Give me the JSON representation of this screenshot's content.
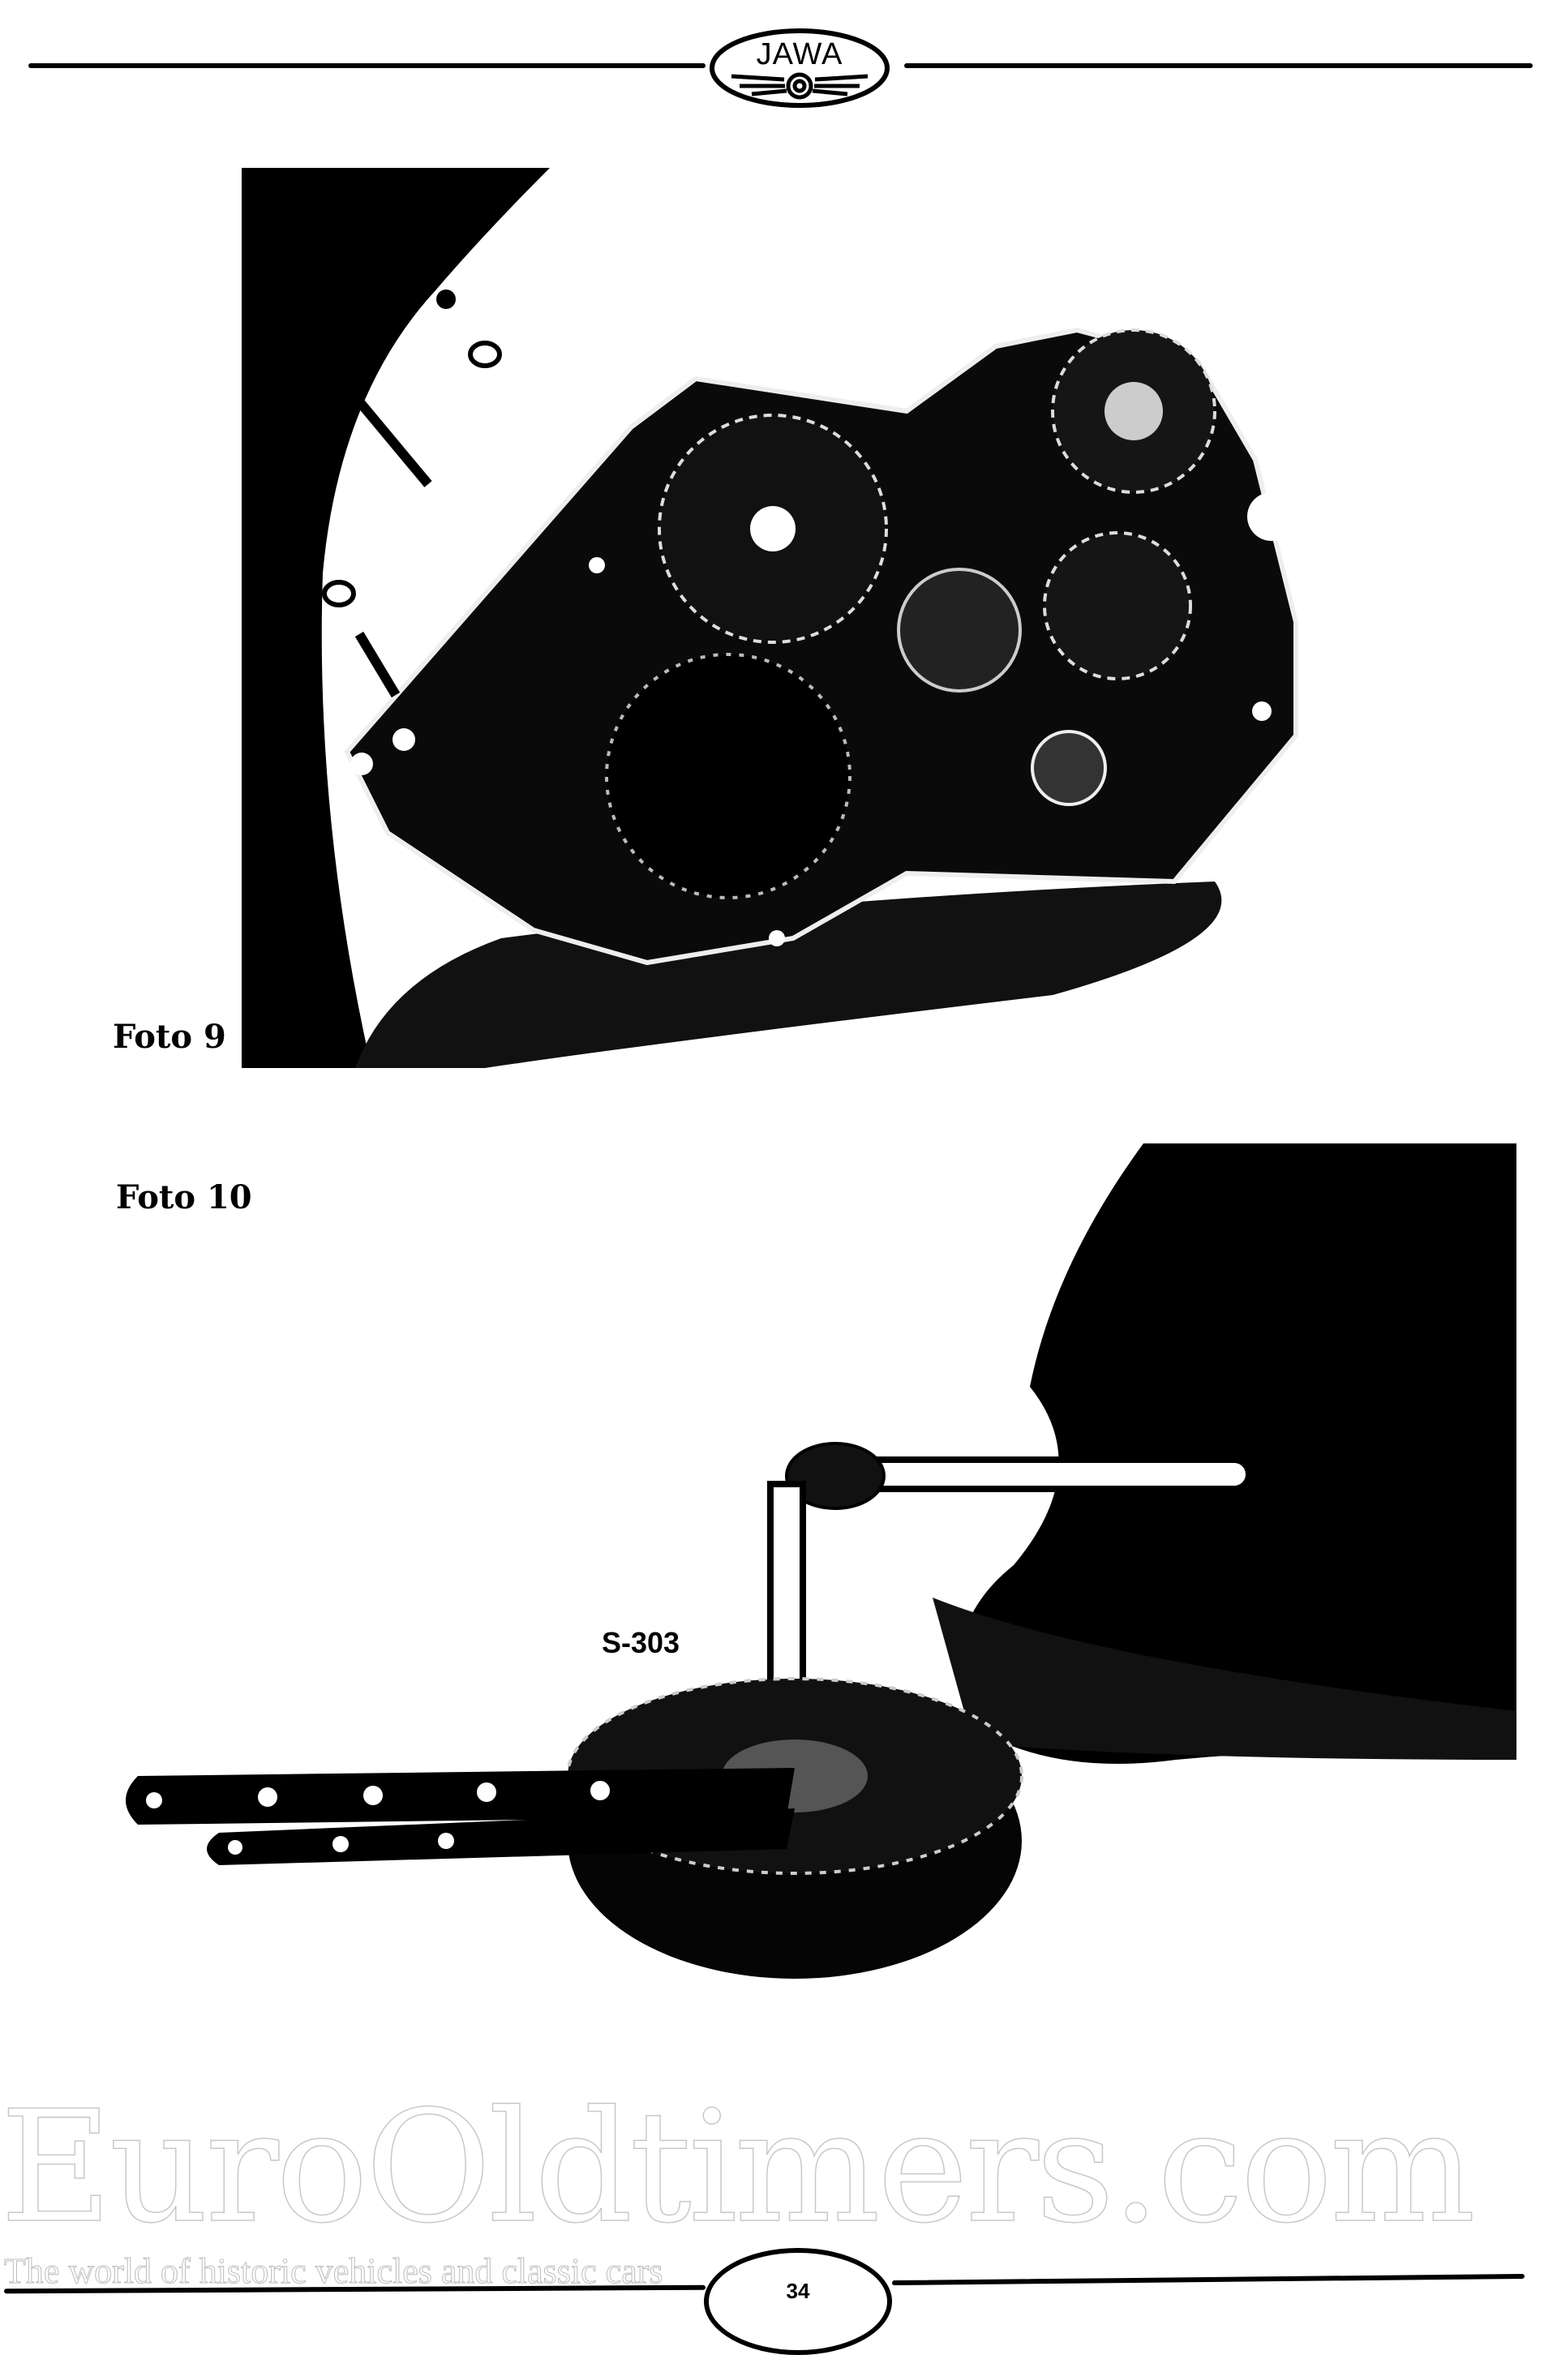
{
  "header": {
    "logo_text": "JAWA"
  },
  "figures": [
    {
      "caption": "Foto 9"
    },
    {
      "caption": "Foto 10",
      "tool_label": "S-303"
    }
  ],
  "footer": {
    "page_number": "34"
  },
  "watermark": {
    "title": "EuroOldtimers.com",
    "subtitle": "The world of historic vehicles and classic cars"
  }
}
